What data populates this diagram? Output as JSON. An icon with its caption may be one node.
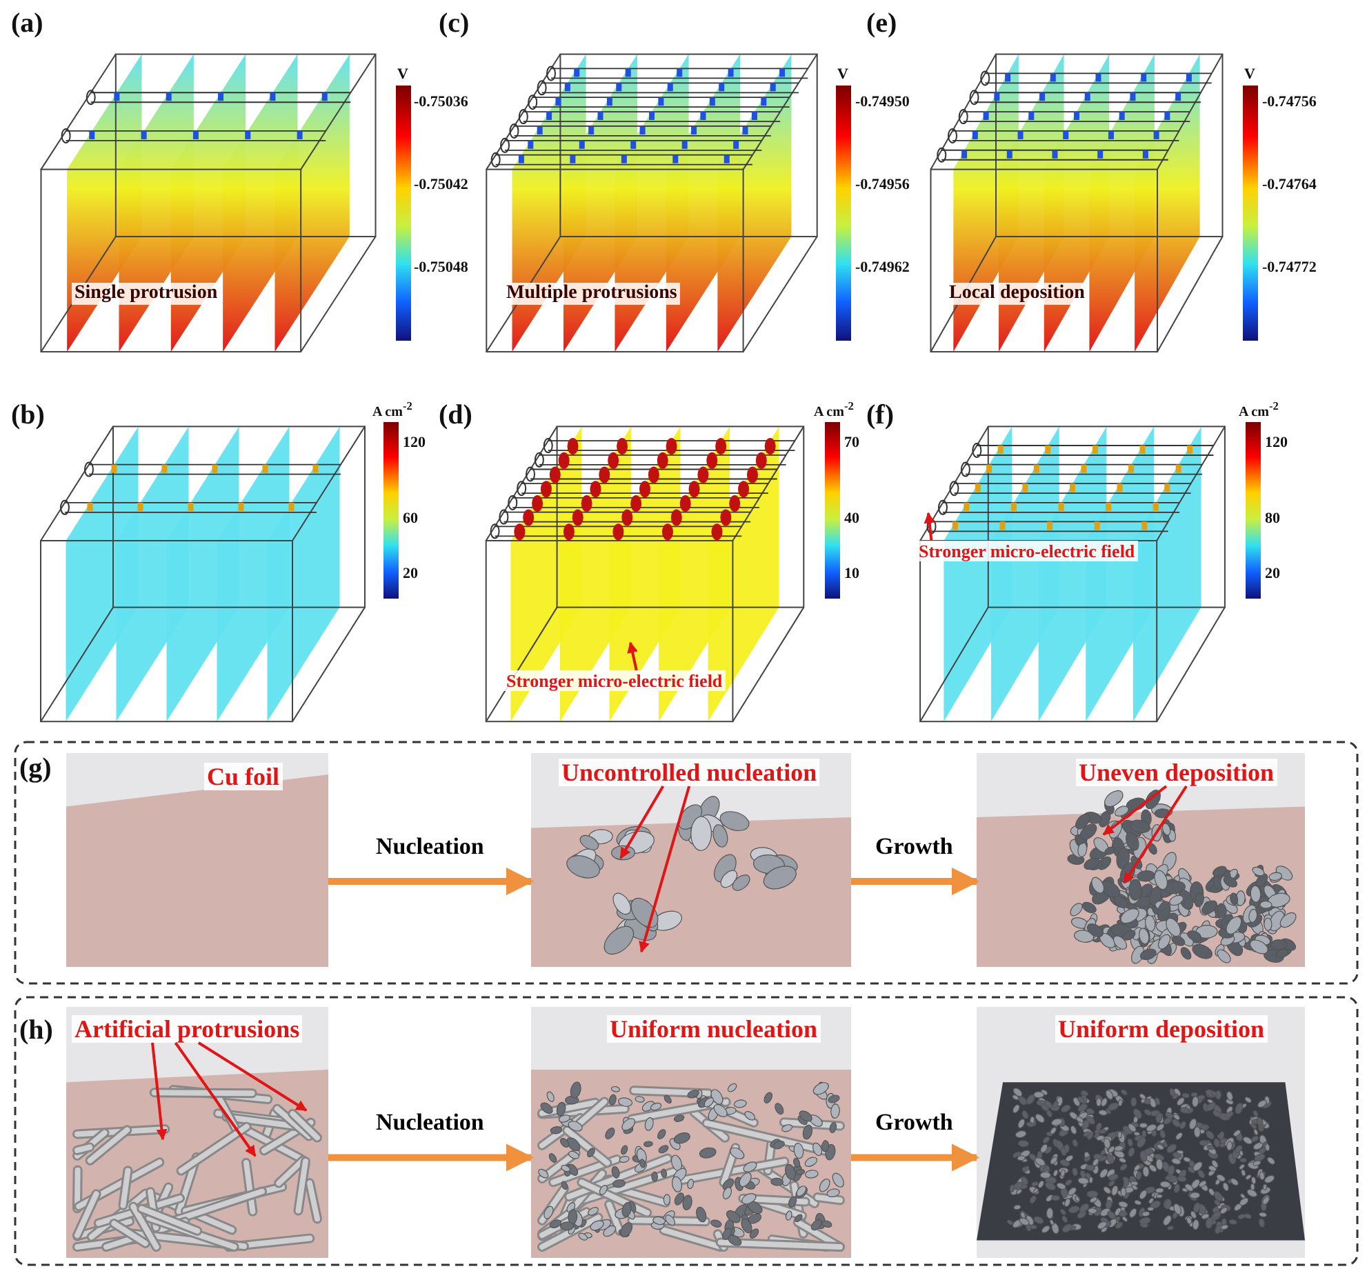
{
  "diagram": {
    "nodes": [
      {
        "text": [],
        "shape": "picture"
      },
      {
        "text": [
          "Single protrusion"
        ],
        "in": 0
      },
      {
        "text": [],
        "shape": "picture"
      },
      {
        "text": [
          "Multiple protrusions"
        ],
        "in": 2
      },
      {
        "text": [],
        "shape": "picture"
      },
      {
        "text": [
          "Local deposition"
        ],
        "in": 4
      },
      {
        "text": [],
        "shape": "picture"
      },
      {
        "text": [],
        "shape": "picture"
      },
      {
        "text": [
          "Stronger micro-electric field"
        ],
        "in": 7
      },
      {
        "text": [],
        "shape": "picture"
      },
      {
        "text": [
          "Stronger micro-electric field"
        ],
        "in": 9
      },
      {
        "text": [],
        "shape": "picture"
      },
      {
        "text": [
          "Cu foil"
        ],
        "in": 11
      },
      {
        "text": [],
        "shape": "picture"
      },
      {
        "text": [
          "Uncontrolled nucleation"
        ],
        "in": 13
      },
      {
        "text": [],
        "shape": "picture"
      },
      {
        "text": [
          "Uneven deposition"
        ],
        "in": 15
      },
      {
        "text": [],
        "shape": "picture"
      },
      {
        "text": [
          "Artificial protrusions"
        ],
        "in": 17
      },
      {
        "text": [],
        "shape": "picture"
      },
      {
        "text": [
          "Uniform nucleation"
        ],
        "in": 19
      },
      {
        "text": [],
        "shape": "picture"
      },
      {
        "text": [
          "Uniform deposition"
        ],
        "in": 21
      }
    ],
    "edges": [
      {
        "from": 8,
        "to": null,
        "arrow": "to"
      },
      {
        "from": 10,
        "to": null,
        "arrow": "to"
      },
      {
        "from": 11,
        "to": 13,
        "arrow": "to",
        "label": "Nucleation",
        "style": "thick",
        "color": "#f0913d"
      },
      {
        "from": 13,
        "to": 15,
        "arrow": "to",
        "label": "Growth",
        "style": "thick",
        "color": "#f0913d"
      },
      {
        "from": 14,
        "to": null,
        "arrow": "to"
      },
      {
        "from": 14,
        "to": null,
        "arrow": "to"
      },
      {
        "from": 16,
        "to": null,
        "arrow": "to"
      },
      {
        "from": 16,
        "to": null,
        "arrow": "to"
      },
      {
        "from": 17,
        "to": 19,
        "arrow": "to",
        "label": "Nucleation",
        "style": "thick",
        "color": "#f0913d"
      },
      {
        "from": 19,
        "to": 21,
        "arrow": "to",
        "label": "Growth",
        "style": "thick",
        "color": "#f0913d"
      },
      {
        "from": 18,
        "to": null,
        "arrow": "to"
      },
      {
        "from": 18,
        "to": null,
        "arrow": "to"
      },
      {
        "from": 18,
        "to": null,
        "arrow": "to"
      }
    ],
    "labels": [
      "(a)",
      "V",
      "-0.75036",
      "-0.75042",
      "-0.75048",
      "(c)",
      "V",
      "-0.74950",
      "-0.74956",
      "-0.74962",
      "(e)",
      "V",
      "-0.74756",
      "-0.74764",
      "-0.74772",
      "(b)",
      "A cm$^{-2}$",
      "120",
      "60",
      "20",
      "(d)",
      "A cm$^{-2}$",
      "70",
      "40",
      "10",
      "(f)",
      "A cm$^{-2}$",
      "120",
      "80",
      "20",
      "(g)",
      "(h)"
    ]
  }
}
